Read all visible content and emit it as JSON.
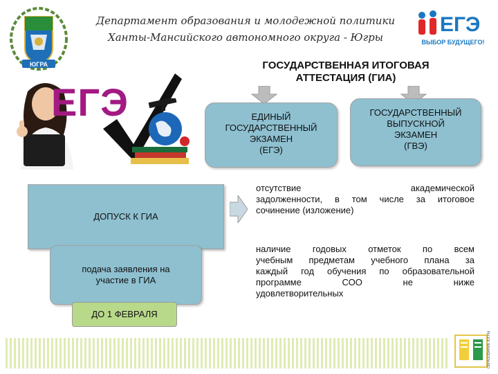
{
  "header": {
    "line1": "Департамент образования и молодежной политики",
    "line2": "Ханты-Мансийского автономного округа - Югры",
    "coat_of_arms_caption": "ЮГРА"
  },
  "ege_logo": {
    "mark": "ЕГЭ",
    "slogan": "ВЫБОР БУДУЩЕГО!"
  },
  "illustration": {
    "big_label": "ЕГЭ"
  },
  "gia": {
    "title_line1": "ГОСУДАРСТВЕННАЯ ИТОГОВАЯ",
    "title_line2": "АТТЕСТАЦИЯ  (ГИА)",
    "forms": [
      {
        "lines": [
          "ЕДИНЫЙ",
          "ГОСУДАРСТВЕННЫЙ",
          "ЭКЗАМЕН",
          "(ЕГЭ)"
        ]
      },
      {
        "lines": [
          "ГОСУДАРСТВЕННЫЙ",
          "ВЫПУСКНОЙ",
          "ЭКЗАМЕН",
          "(ГВЭ)"
        ]
      }
    ]
  },
  "admission": {
    "label": "ДОПУСК К ГИА",
    "application_line1": "подача заявления на",
    "application_line2": "участие в ГИА",
    "deadline": "ДО 1 ФЕВРАЛЯ"
  },
  "conditions": [
    {
      "lines": [
        "отсутствие академической",
        "задолженности, в том числе за итоговое",
        "сочинение (изложение)"
      ]
    },
    {
      "lines": [
        "наличие годовых отметок по всем",
        "учебным предметам учебного плана за",
        "каждый год обучения по образовательной",
        "программе СОО не ниже",
        "удовлетворительных"
      ]
    }
  ],
  "footer": {
    "vertical_text": "ОБРАЗОВАНИЕ ЮГРЫ"
  },
  "colors": {
    "box_fill": "#8ec0d0",
    "box_stroke": "#a2a2a2",
    "ege_red": "#e0282a",
    "ege_blue": "#1a78c2",
    "ege_purple": "#a21a82",
    "deadline_fill": "#b8d98a"
  }
}
